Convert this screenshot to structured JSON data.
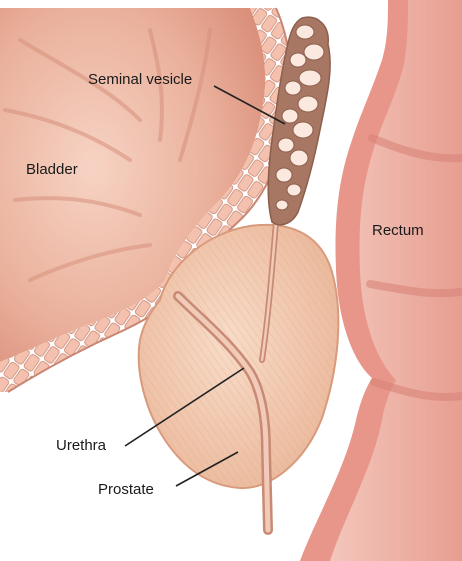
{
  "labels": {
    "seminal_vesicle": "Seminal vesicle",
    "bladder": "Bladder",
    "rectum": "Rectum",
    "urethra": "Urethra",
    "prostate": "Prostate"
  },
  "colors": {
    "tissue_light": "#f4c9b6",
    "tissue_mid": "#e9a58f",
    "tissue_dark": "#cf7d6a",
    "rectum_wall": "#e8958a",
    "rectum_lumen": "#f3c2b8",
    "prostate": "#f2cdb3",
    "vesicle_cells": "#fbe9df",
    "vesicle_lumen": "#a77763",
    "line": "#222222"
  }
}
